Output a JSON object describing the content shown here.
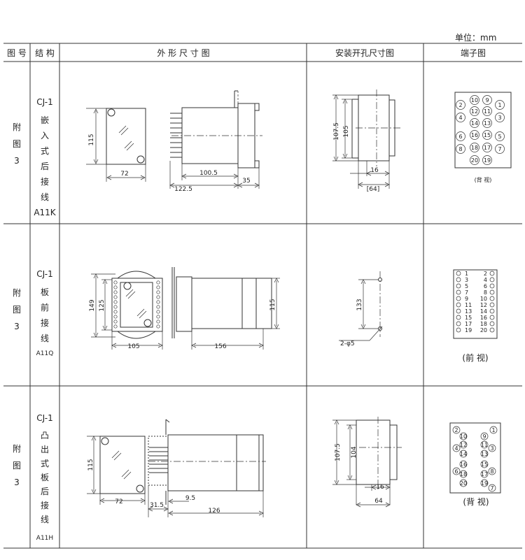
{
  "unit": "单位：mm",
  "headers": {
    "fig_no": "图 号",
    "structure": "结 构",
    "outline": "外 形 尺 寸 图",
    "cutout": "安装开孔尺寸图",
    "terminal": "端子图"
  },
  "rows": [
    {
      "fig": [
        "附",
        "图",
        "3"
      ],
      "model": "CJ-1",
      "type_chars": [
        "嵌",
        "入",
        "式",
        "后",
        "接",
        "线"
      ],
      "code": "A11K",
      "dims": {
        "height": "115",
        "width": "72",
        "depth": "100.5",
        "total": "122.5",
        "front": "35"
      },
      "cutout": {
        "outer": "107.5",
        "inner": "105",
        "w1": "16",
        "w2": "[64]"
      },
      "terminal_view": "(背 视)"
    },
    {
      "fig": [
        "附",
        "图",
        "3"
      ],
      "model": "CJ-1",
      "type_chars": [
        "板",
        "前",
        "接",
        "线"
      ],
      "code": "A11Q",
      "dims": {
        "h1": "149",
        "h2": "125",
        "width": "105",
        "depth": "156",
        "side_h": "115"
      },
      "cutout": {
        "height": "133",
        "holes": "2-φ5"
      },
      "terminal_view": "(前 视)",
      "terminal_left": [
        "1",
        "3",
        "5",
        "7",
        "9",
        "11",
        "13",
        "15",
        "17",
        "19"
      ],
      "terminal_right": [
        "2",
        "4",
        "6",
        "8",
        "10",
        "12",
        "14",
        "16",
        "18",
        "20"
      ]
    },
    {
      "fig": [
        "附",
        "图",
        "3"
      ],
      "model": "CJ-1",
      "type_chars": [
        "凸",
        "出",
        "式",
        "板",
        "后",
        "接",
        "线"
      ],
      "code": "A11H",
      "dims": {
        "height": "115",
        "width": "72",
        "depth": "126",
        "front": "31.5",
        "gap": "9.5"
      },
      "cutout": {
        "outer": "107.5",
        "inner": "104",
        "w1": "16",
        "w2": "64"
      },
      "terminal_view": "(背 视)"
    }
  ],
  "terminals_round": {
    "r1": [
      "2",
      "10",
      "9",
      "1",
      "4",
      "12",
      "11",
      "3",
      "14",
      "13",
      "6",
      "16",
      "15",
      "5",
      "8",
      "18",
      "17",
      "7",
      "20",
      "19"
    ],
    "r3": [
      "2",
      "1",
      "10",
      "9",
      "4",
      "12",
      "11",
      "3",
      "14",
      "13",
      "16",
      "15",
      "6",
      "18",
      "17",
      "8",
      "20",
      "19",
      "7"
    ]
  }
}
